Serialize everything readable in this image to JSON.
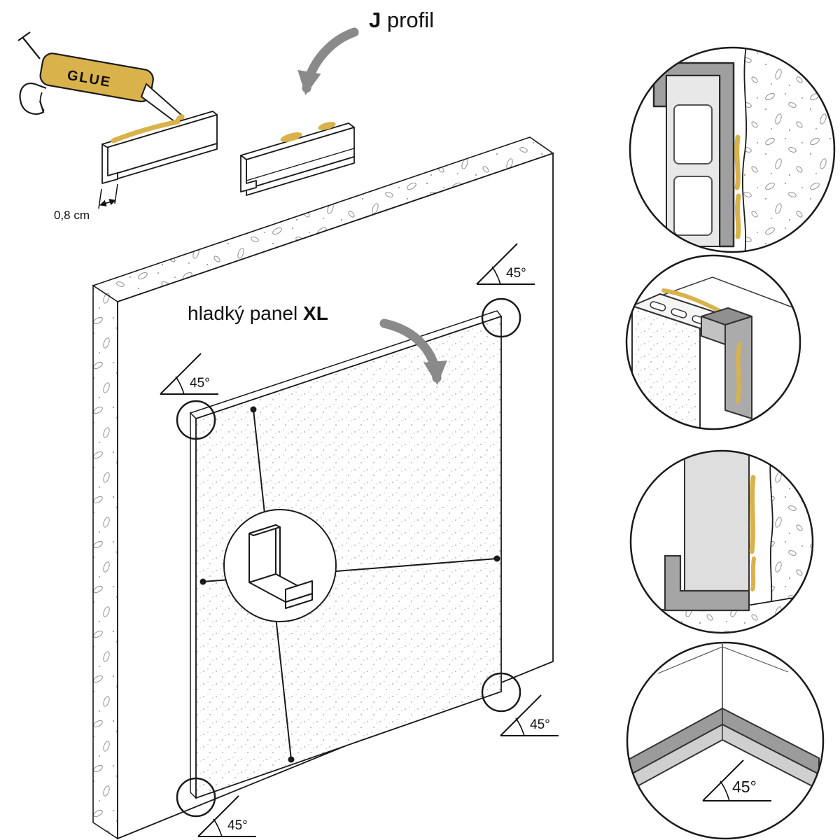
{
  "labels": {
    "glue": "GLUE",
    "dimension": "0,8 cm",
    "title_bold": "J",
    "title_rest": " profil",
    "panel_text": "hladký panel ",
    "panel_bold": "XL"
  },
  "angles": {
    "top_left": "45°",
    "top_right": "45°",
    "bottom_left": "45°",
    "bottom_right": "45°",
    "miter_detail": "45°"
  },
  "colors": {
    "glue_yellow": "#d9b24c",
    "arrow_gray": "#8a8a8a",
    "profile_gray": "#a5a5a5",
    "panel_light_gray": "#dedede",
    "outline": "#1a1a1a"
  }
}
